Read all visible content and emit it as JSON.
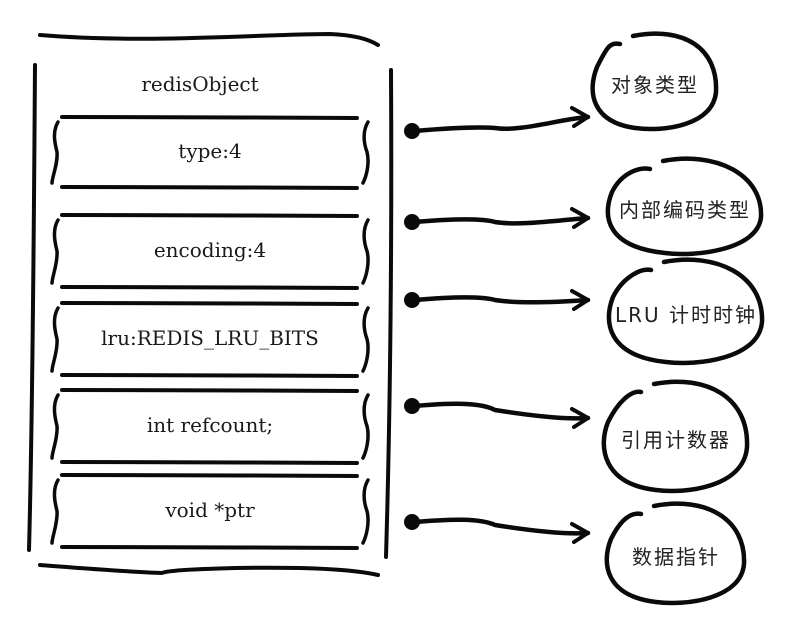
{
  "struct": {
    "title": "redisObject",
    "fields": [
      {
        "label": "type:4"
      },
      {
        "label": "encoding:4"
      },
      {
        "label": "lru:REDIS_LRU_BITS"
      },
      {
        "label": "int refcount;"
      },
      {
        "label": "void *ptr"
      }
    ]
  },
  "descriptions": [
    {
      "label": "对象类型"
    },
    {
      "label": "内部编码类型"
    },
    {
      "label": "LRU 计时时钟"
    },
    {
      "label": "引用计数器"
    },
    {
      "label": "数据指针"
    }
  ],
  "colors": {
    "ink": "#0a0a0a",
    "background": "#ffffff"
  }
}
